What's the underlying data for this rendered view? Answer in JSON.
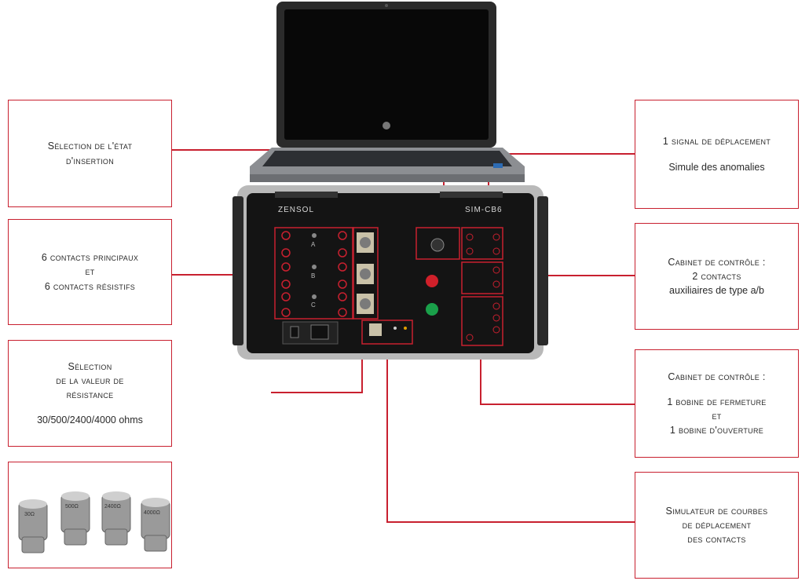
{
  "callouts": {
    "insertion": {
      "line1": "Sélection de l'état",
      "line2": "d'insertion"
    },
    "contacts": {
      "line1": "6 contacts principaux",
      "line2": "et",
      "line3": "6 contacts résistifs"
    },
    "resistance": {
      "line1": "Sélection",
      "line2": "de la valeur de",
      "line3": "résistance",
      "line4": "30/500/2400/4000 ohms"
    },
    "deplacement": {
      "line1": "1 signal de déplacement",
      "line2": "Simule des anomalies"
    },
    "cabinet_aux": {
      "line1": "Cabinet de contrôle :",
      "line2": "2 contacts",
      "line3": "auxiliaires de type a/b"
    },
    "cabinet_bobines": {
      "line1": "Cabinet de contrôle :",
      "line2": "1 bobine de fermeture",
      "line3": "et",
      "line4": "1 bobine d'ouverture"
    },
    "simulateur": {
      "line1": "Simulateur de courbes",
      "line2": "de déplacement",
      "line3": "des contacts"
    }
  },
  "device": {
    "brand": "ZENSOL",
    "model": "SIM-CB6",
    "contact_labels": [
      "A",
      "B",
      "C"
    ],
    "resistor_labels": [
      "30Ω",
      "500Ω",
      "2400Ω",
      "4000Ω"
    ]
  },
  "colors": {
    "accent": "#c8202f",
    "panel": "#141414",
    "frame": "#b9b9b9"
  }
}
